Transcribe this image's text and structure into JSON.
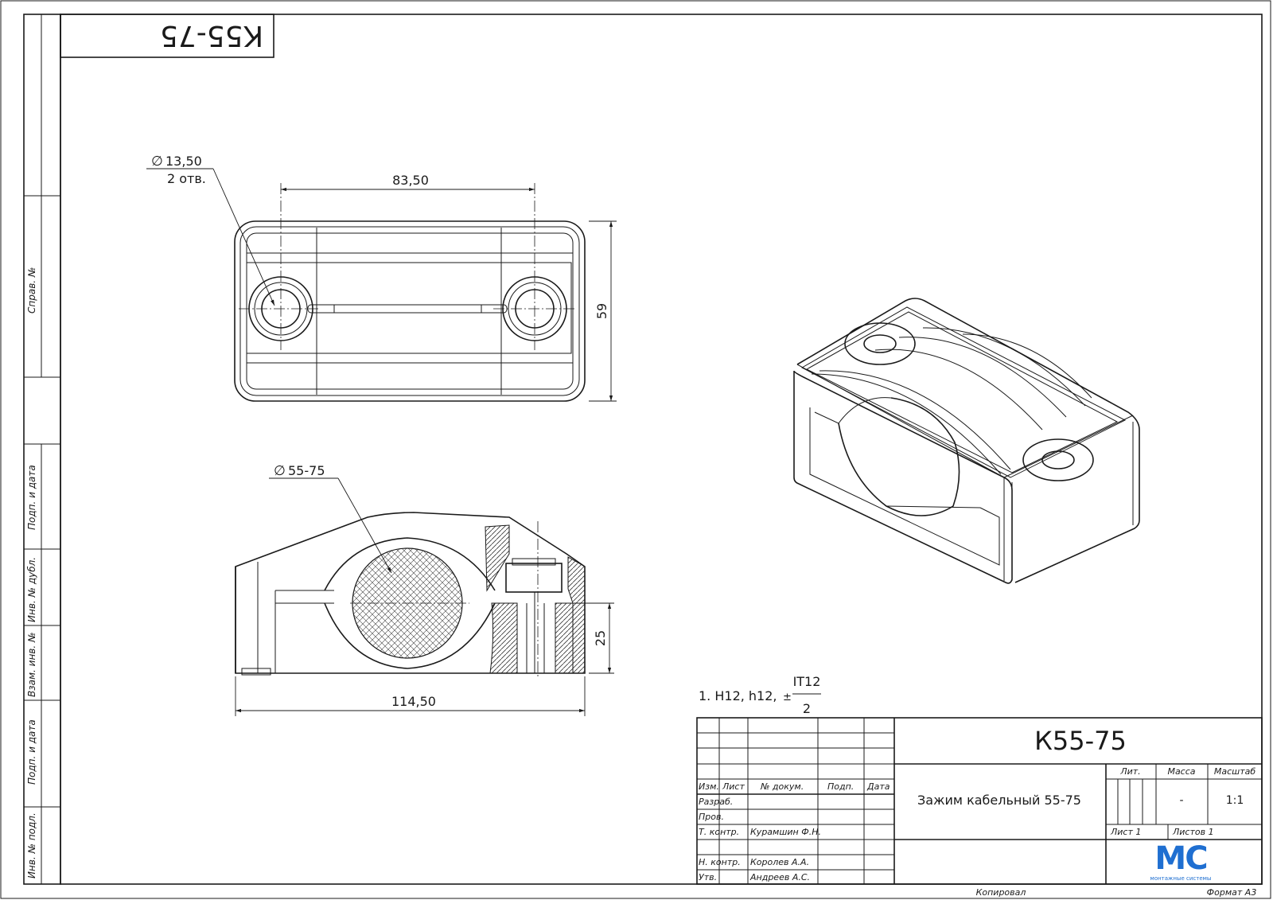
{
  "stamp_mirrored": "К55-75",
  "side_labels": {
    "sprav": "Справ. №",
    "podp_data_1": "Подп. и дата",
    "inv_dubl": "Инв. № дубл.",
    "vzam_inv": "Взам. инв. №",
    "podp_data_2": "Подп. и дата",
    "inv_podl": "Инв. № подл."
  },
  "dimensions": {
    "hole_diameter": "13,50",
    "hole_count": "2 отв.",
    "hole_spacing": "83,50",
    "width": "59",
    "cable_diameter": "55-75",
    "height": "25",
    "length": "114,50"
  },
  "notes": {
    "tolerance_prefix": "1. H12, h12,",
    "plus_minus": "±",
    "it_numerator": "IT12",
    "it_denominator": "2"
  },
  "title_block": {
    "designation": "К55-75",
    "name": "Зажим кабельный 55-75",
    "headers": {
      "izm": "Изм.",
      "list": "Лист",
      "no_dokum": "№ докум.",
      "podp": "Подп.",
      "data": "Дата",
      "lit": "Лит.",
      "massa": "Масса",
      "masshtab": "Масштаб"
    },
    "rows": {
      "razrab": "Разраб.",
      "prov": "Пров.",
      "t_kontr": "Т. контр.",
      "n_kontr": "Н. контр.",
      "utv": "Утв."
    },
    "people": {
      "t_kontr": "Курамшин Ф.Н.",
      "n_kontr": "Королев А.А.",
      "utv": "Андреев А.С."
    },
    "mass_value": "-",
    "scale_value": "1:1",
    "sheet": "Лист 1",
    "sheets": "Листов 1",
    "copied": "Копировал",
    "format": "Формат А3",
    "logo_text": "МС",
    "logo_tagline": "монтажные системы"
  }
}
